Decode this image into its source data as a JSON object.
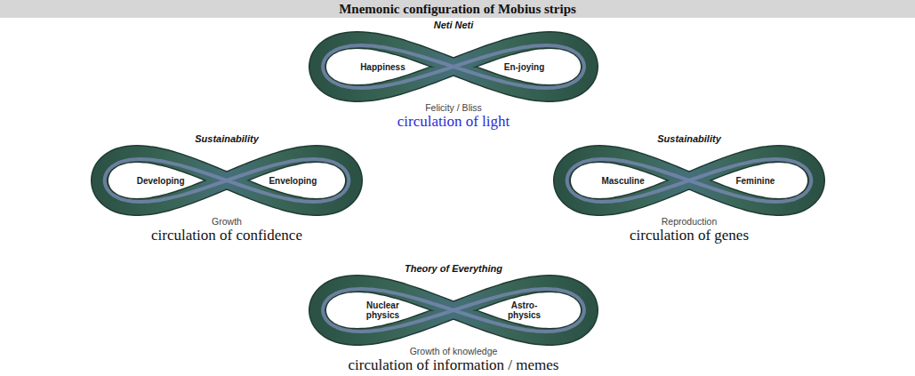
{
  "diagram": {
    "title": "Mnemonic configuration of Mobius strips",
    "nodes": [
      {
        "text": [
          "Neti Neti",
          "Happiness",
          "En-joying",
          "Felicity / Bliss",
          "circulation of light"
        ]
      },
      {
        "text": [
          "Sustainability",
          "Developing",
          "Enveloping",
          "Growth",
          "circulation of confidence"
        ]
      },
      {
        "text": [
          "Sustainability",
          "Masculine",
          "Feminine",
          "Reproduction",
          "circulation of genes"
        ]
      },
      {
        "text": [
          "Theory of Everything",
          "Nuclear physics",
          "Astro-physics",
          "Growth of knowledge",
          "circulation of information / memes"
        ]
      }
    ]
  }
}
